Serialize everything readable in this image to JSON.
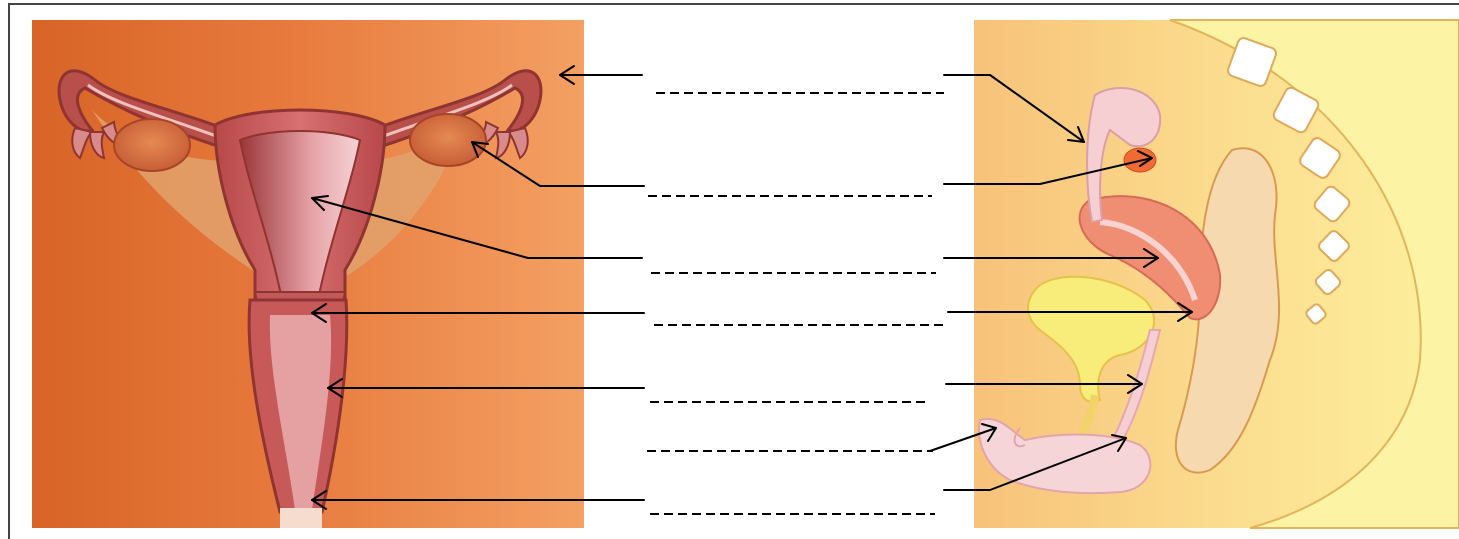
{
  "worksheet": {
    "type": "label-the-diagram",
    "left_figure": "female-reproductive-system-front-view",
    "right_figure": "female-reproductive-system-side-view",
    "left_label_count": 6,
    "right_label_count": 7,
    "answer_lines": 7,
    "labels_filled": false
  },
  "colors": {
    "left_background": "#e0743a",
    "right_background": "#fbd98a",
    "uterus_tissue": "#c85a52",
    "inner_pink": "#f2c4c8",
    "ovary": "#d96a3e",
    "bladder": "#f8ec7a",
    "bone": "#ffffff",
    "line": "#000000"
  }
}
